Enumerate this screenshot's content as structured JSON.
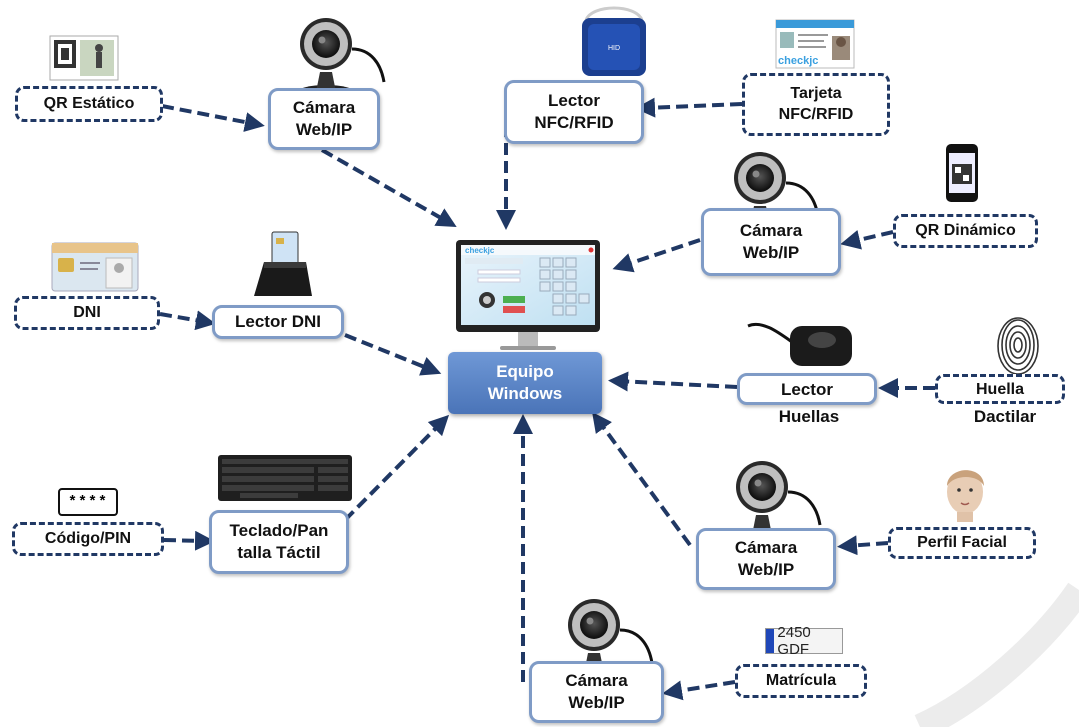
{
  "hub": {
    "line1": "Equipo",
    "line2": "Windows"
  },
  "sources": {
    "qr_static": "QR Estático",
    "nfc_card_1": "Tarjeta",
    "nfc_card_2": "NFC/RFID",
    "qr_dynamic": "QR Dinámico",
    "dni": "DNI",
    "fingerprint_1": "Huella",
    "fingerprint_2": "Dactilar",
    "pin_code": "Código/PIN",
    "facial_profile": "Perfil Facial",
    "license_plate": "Matrícula"
  },
  "devices": {
    "camera_top_1": "Cámara",
    "camera_top_2": "Web/IP",
    "nfc_reader_1": "Lector",
    "nfc_reader_2": "NFC/RFID",
    "camera_right_1": "Cámara",
    "camera_right_2": "Web/IP",
    "dni_reader": "Lector DNI",
    "fingerprint_reader_1": "Lector",
    "fingerprint_reader_2": "Huellas",
    "keyboard_1": "Teclado/Pan",
    "keyboard_2": "talla Táctil",
    "camera_bottom_right_1": "Cámara",
    "camera_bottom_right_2": "Web/IP",
    "camera_bottom_1": "Cámara",
    "camera_bottom_2": "Web/IP"
  },
  "pin_glyph": "****",
  "plate_number": "2450 GDF",
  "monitor_brand": "checkjc",
  "icons": [
    "qr-card-icon",
    "webcam-icon",
    "nfc-reader-icon",
    "id-card-icon",
    "phone-qr-icon",
    "dni-card-icon",
    "card-reader-icon",
    "monitor-icon",
    "fingerprint-reader-icon",
    "fingerprint-icon",
    "keyboard-icon",
    "face-icon"
  ],
  "colors": {
    "arrow": "#203864",
    "device_border": "#7f9bc6",
    "hub_fill": "#5b84c7"
  }
}
